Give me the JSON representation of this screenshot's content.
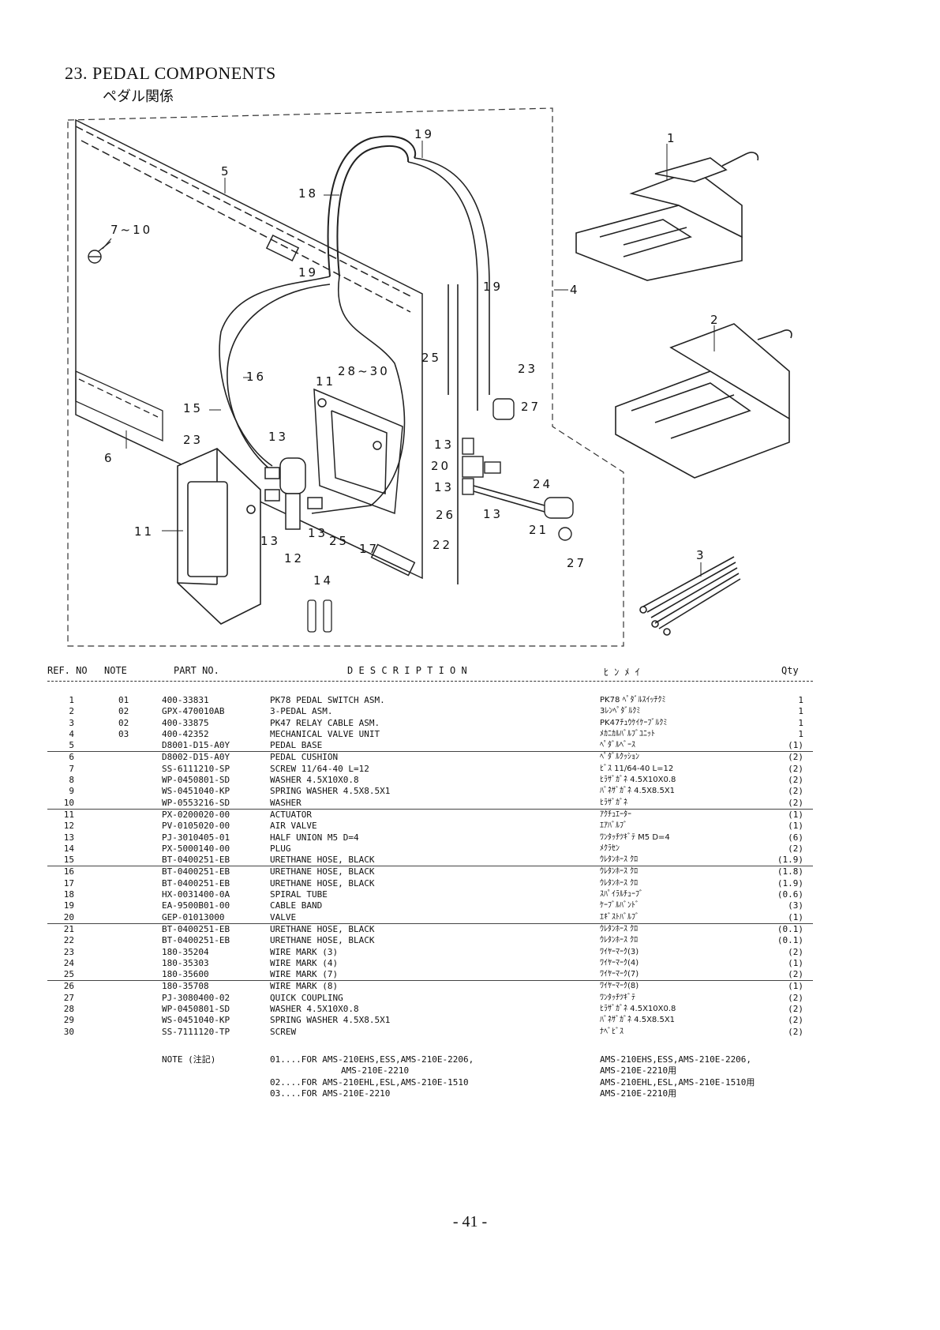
{
  "title": {
    "en": "23. PEDAL COMPONENTS",
    "jp": "ペダル関係"
  },
  "callouts": {
    "c1": "1",
    "c2": "2",
    "c3": "3",
    "c4": "4",
    "c5": "5",
    "c6": "6",
    "c7_10": "7~10",
    "c11a": "11",
    "c11b": "11",
    "c12": "12",
    "c13a": "13",
    "c13b": "13",
    "c13c": "13",
    "c13d": "13",
    "c13e": "13",
    "c13f": "13",
    "c14": "14",
    "c15": "15",
    "c16": "16",
    "c17": "17",
    "c18": "18",
    "c19a": "19",
    "c19b": "19",
    "c19c": "19",
    "c20": "20",
    "c21": "21",
    "c22": "22",
    "c23a": "23",
    "c23b": "23",
    "c24": "24",
    "c25a": "25",
    "c25b": "25",
    "c26": "26",
    "c27a": "27",
    "c27b": "27",
    "c28_30": "28~30"
  },
  "table": {
    "headers": {
      "ref": "REF. NO",
      "note": "NOTE",
      "part": "PART NO.",
      "desc": "D E S C R I P T I O N",
      "jp": "ﾋ ﾝ ﾒ ｲ",
      "qty": "Qty"
    },
    "rows": [
      {
        "ref": "1",
        "note": "01",
        "part": "400-33831",
        "desc": "PK78 PEDAL SWITCH ASM.",
        "jp": "PK78 ﾍﾟﾀﾞﾙｽｲｯﾁｸﾐ",
        "qty": "1"
      },
      {
        "ref": "2",
        "note": "02",
        "part": "GPX-470010AB",
        "desc": "3-PEDAL ASM.",
        "jp": "3ﾚﾝﾍﾟﾀﾞﾙｸﾐ",
        "qty": "1"
      },
      {
        "ref": "3",
        "note": "02",
        "part": "400-33875",
        "desc": "PK47 RELAY CABLE ASM.",
        "jp": "PK47ﾁｭｳｹｲｹｰﾌﾞﾙｸﾐ",
        "qty": "1"
      },
      {
        "ref": "4",
        "note": "03",
        "part": "400-42352",
        "desc": "MECHANICAL VALVE UNIT",
        "jp": "ﾒｶﾆｶﾙﾊﾞﾙﾌﾞﾕﾆｯﾄ",
        "qty": "1"
      },
      {
        "ref": "5",
        "note": "",
        "part": "D8001-D15-A0Y",
        "desc": "PEDAL BASE",
        "jp": "ﾍﾟﾀﾞﾙﾍﾞｰｽ",
        "qty": "(1)"
      },
      {
        "ref": "6",
        "note": "",
        "part": "D8002-D15-A0Y",
        "desc": "PEDAL CUSHION",
        "jp": "ﾍﾟﾀﾞﾙｸｯｼｮﾝ",
        "qty": "(2)"
      },
      {
        "ref": "7",
        "note": "",
        "part": "SS-6111210-SP",
        "desc": "SCREW 11/64-40 L=12",
        "jp": "ﾋﾞｽ 11/64-40 L=12",
        "qty": "(2)"
      },
      {
        "ref": "8",
        "note": "",
        "part": "WP-0450801-SD",
        "desc": "WASHER 4.5X10X0.8",
        "jp": "ﾋﾗｻﾞｶﾞﾈ 4.5X10X0.8",
        "qty": "(2)"
      },
      {
        "ref": "9",
        "note": "",
        "part": "WS-0451040-KP",
        "desc": "SPRING WASHER 4.5X8.5X1",
        "jp": "ﾊﾞﾈｻﾞｶﾞﾈ 4.5X8.5X1",
        "qty": "(2)"
      },
      {
        "ref": "10",
        "note": "",
        "part": "WP-0553216-SD",
        "desc": "WASHER",
        "jp": "ﾋﾗｻﾞｶﾞﾈ",
        "qty": "(2)"
      },
      {
        "ref": "11",
        "note": "",
        "part": "PX-0200020-00",
        "desc": "ACTUATOR",
        "jp": "ｱｸﾁｭｴｰﾀｰ",
        "qty": "(1)"
      },
      {
        "ref": "12",
        "note": "",
        "part": "PV-0105020-00",
        "desc": "AIR VALVE",
        "jp": "ｴｱﾊﾞﾙﾌﾞ",
        "qty": "(1)"
      },
      {
        "ref": "13",
        "note": "",
        "part": "PJ-3010405-01",
        "desc": "HALF UNION M5 D=4",
        "jp": "ﾜﾝﾀｯﾁﾂｷﾞﾃ M5 D=4",
        "qty": "(6)"
      },
      {
        "ref": "14",
        "note": "",
        "part": "PX-5000140-00",
        "desc": "PLUG",
        "jp": "ﾒｸﾗｾﾝ",
        "qty": "(2)"
      },
      {
        "ref": "15",
        "note": "",
        "part": "BT-0400251-EB",
        "desc": "URETHANE HOSE, BLACK",
        "jp": "ｳﾚﾀﾝﾎｰｽ ｸﾛ",
        "qty": "(1.9)"
      },
      {
        "ref": "16",
        "note": "",
        "part": "BT-0400251-EB",
        "desc": "URETHANE HOSE, BLACK",
        "jp": "ｳﾚﾀﾝﾎｰｽ ｸﾛ",
        "qty": "(1.8)"
      },
      {
        "ref": "17",
        "note": "",
        "part": "BT-0400251-EB",
        "desc": "URETHANE HOSE, BLACK",
        "jp": "ｳﾚﾀﾝﾎｰｽ ｸﾛ",
        "qty": "(1.9)"
      },
      {
        "ref": "18",
        "note": "",
        "part": "HX-0031400-0A",
        "desc": "SPIRAL TUBE",
        "jp": "ｽﾊﾟｲﾗﾙﾁｭｰﾌﾞ",
        "qty": "(0.6)"
      },
      {
        "ref": "19",
        "note": "",
        "part": "EA-9500B01-00",
        "desc": "CABLE BAND",
        "jp": "ｹｰﾌﾞﾙﾊﾞﾝﾄﾞ",
        "qty": "(3)"
      },
      {
        "ref": "20",
        "note": "",
        "part": "GEP-01013000",
        "desc": "VALVE",
        "jp": "ｴｷﾞｽﾄﾊﾞﾙﾌﾞ",
        "qty": "(1)"
      },
      {
        "ref": "21",
        "note": "",
        "part": "BT-0400251-EB",
        "desc": "URETHANE HOSE, BLACK",
        "jp": "ｳﾚﾀﾝﾎｰｽ ｸﾛ",
        "qty": "(0.1)"
      },
      {
        "ref": "22",
        "note": "",
        "part": "BT-0400251-EB",
        "desc": "URETHANE HOSE, BLACK",
        "jp": "ｳﾚﾀﾝﾎｰｽ ｸﾛ",
        "qty": "(0.1)"
      },
      {
        "ref": "23",
        "note": "",
        "part": "180-35204",
        "desc": "WIRE MARK (3)",
        "jp": "ﾜｲﾔｰﾏｰｸ(3)",
        "qty": "(2)"
      },
      {
        "ref": "24",
        "note": "",
        "part": "180-35303",
        "desc": "WIRE MARK (4)",
        "jp": "ﾜｲﾔｰﾏｰｸ(4)",
        "qty": "(1)"
      },
      {
        "ref": "25",
        "note": "",
        "part": "180-35600",
        "desc": "WIRE MARK (7)",
        "jp": "ﾜｲﾔｰﾏｰｸ(7)",
        "qty": "(2)"
      },
      {
        "ref": "26",
        "note": "",
        "part": "180-35708",
        "desc": "WIRE MARK (8)",
        "jp": "ﾜｲﾔｰﾏｰｸ(8)",
        "qty": "(1)"
      },
      {
        "ref": "27",
        "note": "",
        "part": "PJ-3080400-02",
        "desc": "QUICK COUPLING",
        "jp": "ﾜﾝﾀｯﾁﾂｷﾞﾃ",
        "qty": "(2)"
      },
      {
        "ref": "28",
        "note": "",
        "part": "WP-0450801-SD",
        "desc": "WASHER 4.5X10X0.8",
        "jp": "ﾋﾗｻﾞｶﾞﾈ 4.5X10X0.8",
        "qty": "(2)"
      },
      {
        "ref": "29",
        "note": "",
        "part": "WS-0451040-KP",
        "desc": "SPRING WASHER 4.5X8.5X1",
        "jp": "ﾊﾞﾈｻﾞｶﾞﾈ 4.5X8.5X1",
        "qty": "(2)"
      },
      {
        "ref": "30",
        "note": "",
        "part": "SS-7111120-TP",
        "desc": "SCREW",
        "jp": "ﾅﾍﾞﾋﾞｽ",
        "qty": "(2)"
      }
    ]
  },
  "notes": {
    "label": "NOTE (注記)",
    "n01_desc": "01....FOR AMS-210EHS,ESS,AMS-210E-2206,",
    "n01_desc2": "AMS-210E-2210",
    "n01_jp": "AMS-210EHS,ESS,AMS-210E-2206,",
    "n01_jp2": "AMS-210E-2210用",
    "n02_desc": "02....FOR AMS-210EHL,ESL,AMS-210E-1510",
    "n02_jp": "AMS-210EHL,ESL,AMS-210E-1510用",
    "n03_desc": "03....FOR AMS-210E-2210",
    "n03_jp": "AMS-210E-2210用"
  },
  "page_number": "- 41 -"
}
